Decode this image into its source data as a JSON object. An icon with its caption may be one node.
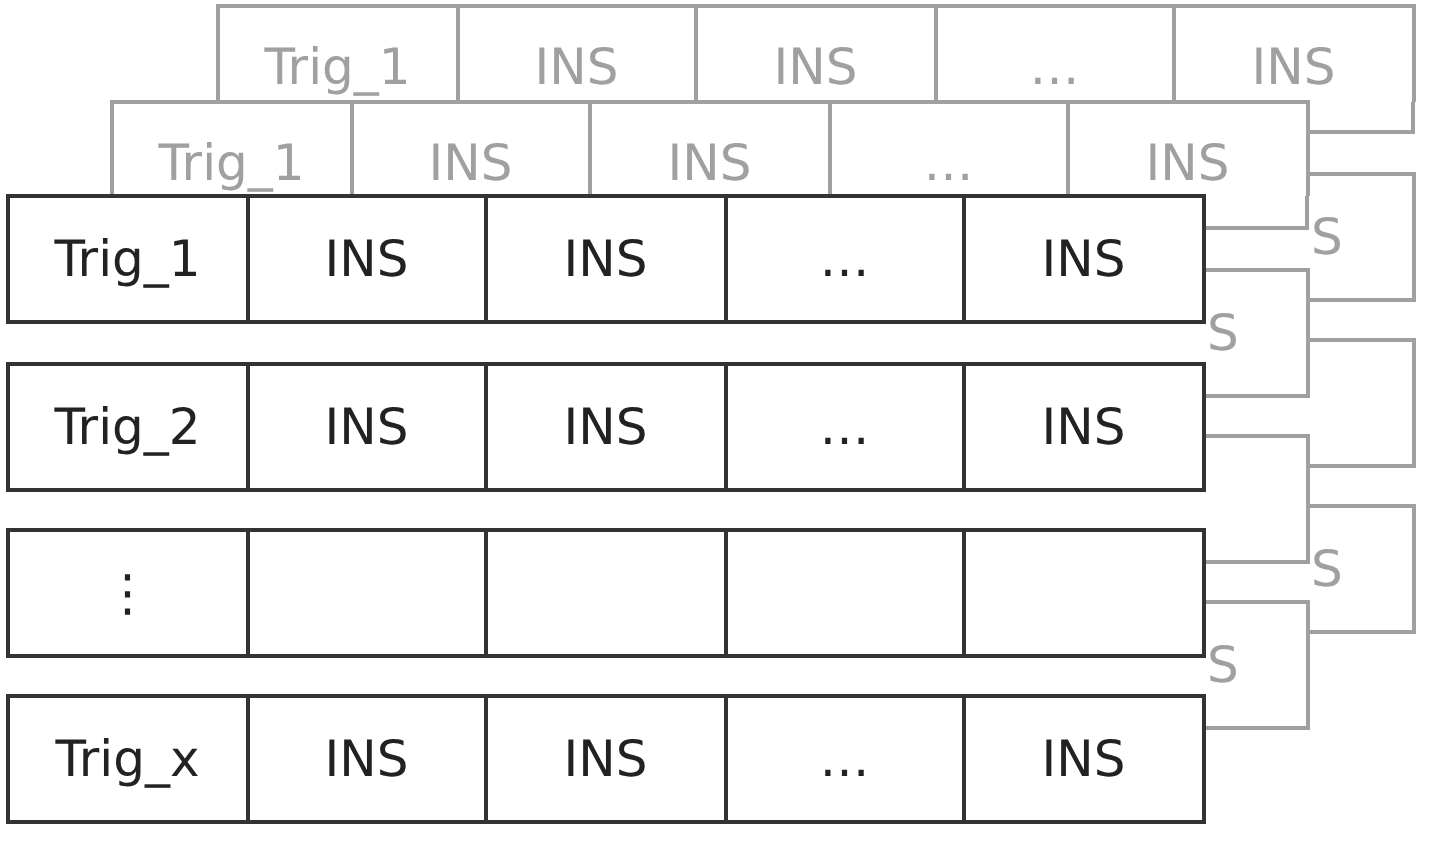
{
  "diagram": {
    "nodes": [
      {
        "text": [
          "Trig_1"
        ]
      },
      {
        "text": [
          "INS"
        ]
      },
      {
        "text": [
          "INS"
        ]
      },
      {
        "text": [
          "…"
        ]
      },
      {
        "text": [
          "INS"
        ]
      },
      {
        "text": [
          "Trig_1"
        ]
      },
      {
        "text": [
          "INS"
        ]
      },
      {
        "text": [
          "INS"
        ]
      },
      {
        "text": [
          "…"
        ]
      },
      {
        "text": [
          "INS"
        ]
      },
      {
        "text": [
          "Trig_1"
        ]
      },
      {
        "text": [
          "INS"
        ]
      },
      {
        "text": [
          "INS"
        ]
      },
      {
        "text": [
          "…"
        ]
      },
      {
        "text": [
          "INS"
        ]
      },
      {
        "text": [
          "S"
        ]
      },
      {
        "text": [
          "S"
        ]
      },
      {
        "text": [
          "Trig_2"
        ]
      },
      {
        "text": [
          "INS"
        ]
      },
      {
        "text": [
          "INS"
        ]
      },
      {
        "text": [
          "…"
        ]
      },
      {
        "text": [
          "INS"
        ]
      },
      {
        "text": [],
        "shape": "box"
      },
      {
        "text": [],
        "shape": "box"
      },
      {
        "text": [
          "⋮"
        ]
      },
      {
        "text": [],
        "shape": "box"
      },
      {
        "text": [],
        "shape": "box"
      },
      {
        "text": [],
        "shape": "box"
      },
      {
        "text": [],
        "shape": "box"
      },
      {
        "text": [
          "S"
        ]
      },
      {
        "text": [
          "S"
        ]
      },
      {
        "text": [
          "Trig_x"
        ]
      },
      {
        "text": [
          "INS"
        ]
      },
      {
        "text": [
          "INS"
        ]
      },
      {
        "text": [
          "…"
        ]
      },
      {
        "text": [
          "INS"
        ]
      }
    ]
  }
}
